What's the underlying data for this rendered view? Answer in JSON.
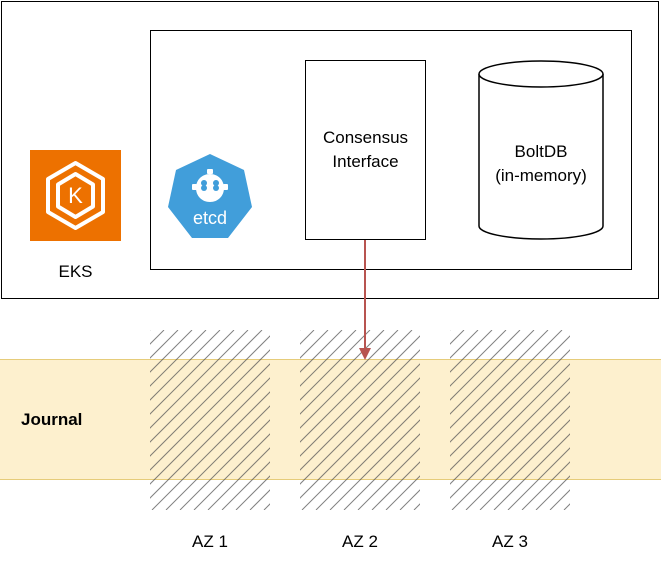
{
  "eks": {
    "label": "EKS"
  },
  "etcd": {
    "logo_text": "etcd"
  },
  "consensus": {
    "label": "Consensus\nInterface"
  },
  "boltdb": {
    "label": "BoltDB\n(in-memory)"
  },
  "journal": {
    "label": "Journal"
  },
  "availability_zones": [
    {
      "label": "AZ 1"
    },
    {
      "label": "AZ 2"
    },
    {
      "label": "AZ 3"
    }
  ],
  "colors": {
    "eks_orange": "#ed7100",
    "etcd_blue": "#419eda",
    "journal_fill": "#fdf0ce",
    "arrow": "#b85450"
  },
  "icons": [
    "eks-icon",
    "etcd-icon",
    "cylinder-icon"
  ]
}
